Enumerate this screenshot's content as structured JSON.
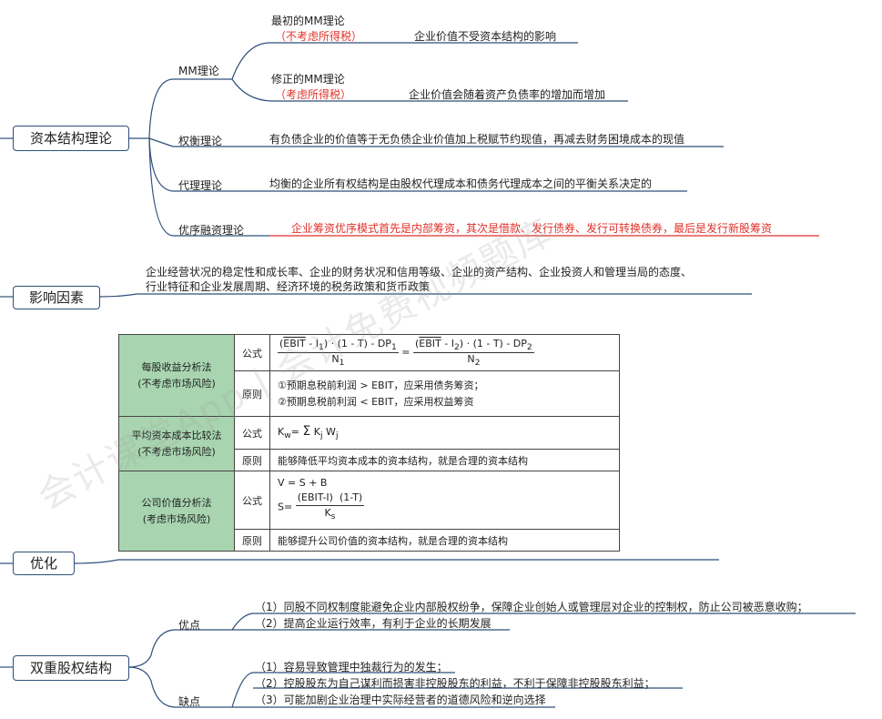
{
  "nodes": {
    "capital_theory": "资本结构理论",
    "influence": "影响因素",
    "optimize": "优化",
    "dual_equity": "双重股权结构"
  },
  "capital_theory": {
    "mm": {
      "label": "MM理论",
      "original_title": "最初的MM理论",
      "original_note": "（不考虑所得税）",
      "original_desc": "企业价值不受资本结构的影响",
      "revised_title": "修正的MM理论",
      "revised_note": "（考虑所得税）",
      "revised_desc": "企业价值会随着资产负债率的增加而增加"
    },
    "tradeoff": {
      "label": "权衡理论",
      "desc": "有负债企业的价值等于无负债企业价值加上税赋节约现值，再减去财务困境成本的现值"
    },
    "agency": {
      "label": "代理理论",
      "desc": "均衡的企业所有权结构是由股权代理成本和债务代理成本之间的平衡关系决定的"
    },
    "pecking": {
      "label": "优序融资理论",
      "desc": "企业筹资优序模式首先是内部筹资，其次是借款、发行债券、发行可转换债券，最后是发行新股筹资"
    }
  },
  "influence": {
    "line1": "企业经营状况的稳定性和成长率、企业的财务状况和信用等级、企业的资产结构、企业投资人和管理当局的态度、",
    "line2": "行业特征和企业发展周期、经济环境的税务政策和货币政策"
  },
  "table": {
    "eps": {
      "method": "每股收益分析法",
      "risk": "(不考虑市场风险)",
      "formula_label": "公式",
      "principle_label": "原则",
      "principle1": "①预期息税前利润 > EBIT，应采用债务筹资；",
      "principle2": "②预期息税前利润 < EBIT，应采用权益筹资"
    },
    "wacc": {
      "method": "平均资本成本比较法",
      "risk": "(不考虑市场风险)",
      "formula_label": "公式",
      "principle_label": "原则",
      "principle": "能够降低平均资本成本的资本结构，就是合理的资本结构"
    },
    "value": {
      "method": "公司价值分析法",
      "risk": "(考虑市场风险)",
      "formula_label": "公式",
      "formula1": "V = S + B",
      "principle_label": "原则",
      "principle": "能够提升公司价值的资本结构，就是合理的资本结构"
    }
  },
  "dual_equity": {
    "pros_label": "优点",
    "pros": [
      "（1）同股不同权制度能避免企业内部股权纷争，保障企业创始人或管理层对企业的控制权，防止公司被恶意收购；",
      "（2）提高企业运行效率，有利于企业的长期发展"
    ],
    "cons_label": "缺点",
    "cons": [
      "（1）容易导致管理中独裁行为的发生；",
      "（2）控股股东为自己谋利而损害非控股股东的利益，不利于保障非控股股东利益；",
      "（3）可能加剧企业治理中实际经营者的道德风险和逆向选择"
    ]
  },
  "watermark": "会计课堂App | 会计免费视频题库",
  "colors": {
    "line": "#2e4f7a",
    "red": "#e0322a",
    "table_green": "#a8d5b0"
  }
}
